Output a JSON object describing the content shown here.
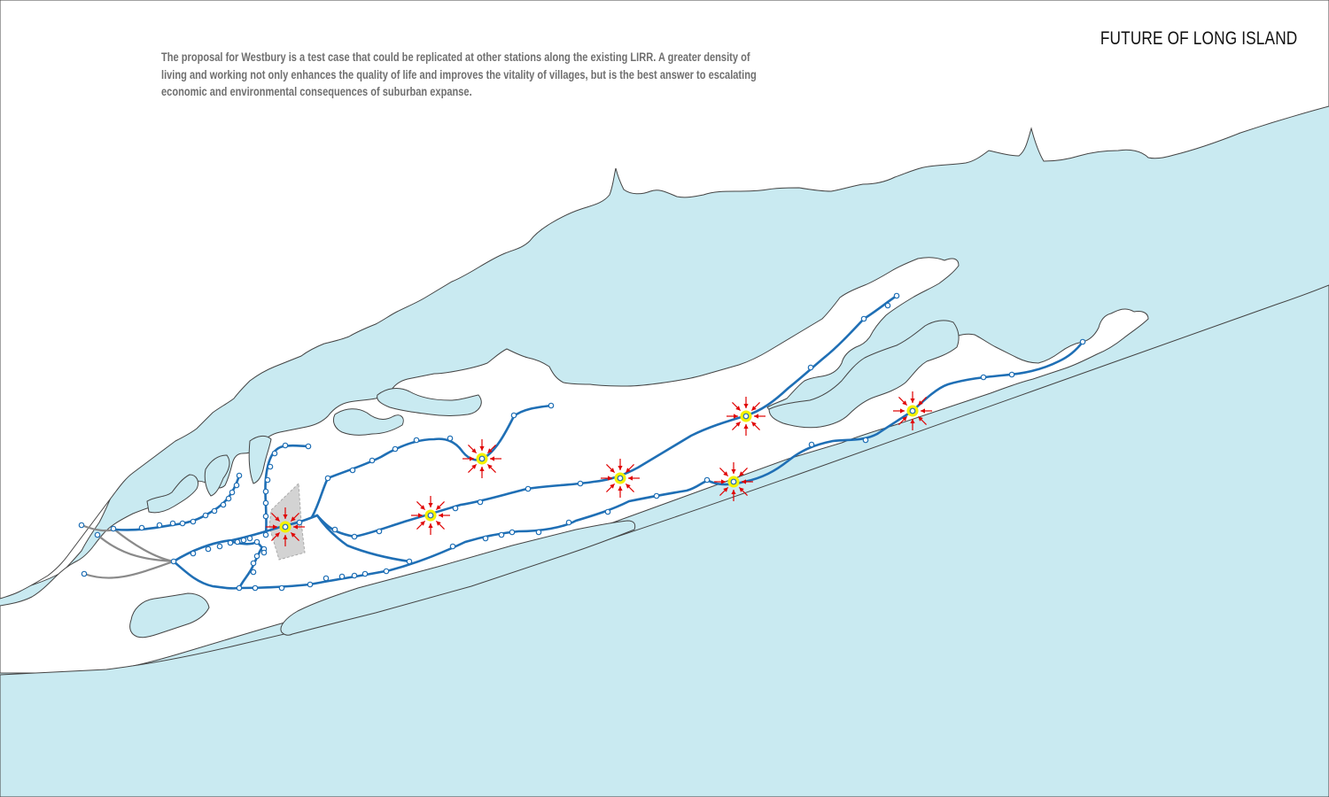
{
  "header": {
    "title": "FUTURE OF LONG ISLAND"
  },
  "description": {
    "lines": [
      "The proposal for Westbury is a test case that could be replicated at other stations along the existing LIRR.  A greater density of",
      "living and working not only enhances the quality of life and improves the vitality of villages, but is the best answer to escalating",
      "economic and environmental consequences of suburban expanse."
    ]
  },
  "colors": {
    "water": "#c9eaf1",
    "land": "#ffffff",
    "coastline": "#444444",
    "rail_line": "#1f6fb5",
    "nyc_connector": "#8a8a8a",
    "density_arrow": "#e00000",
    "highlight_station": "#f5f200",
    "westbury_site": "#d3d3d3"
  },
  "map": {
    "rail_lines": [
      {
        "id": "port-washington-branch"
      },
      {
        "id": "oyster-bay-branch"
      },
      {
        "id": "port-jefferson-branch"
      },
      {
        "id": "main-line-ronkonkoma"
      },
      {
        "id": "montauk-branch"
      },
      {
        "id": "babylon-branch"
      },
      {
        "id": "west-hempstead-branch"
      },
      {
        "id": "far-rockaway-branch"
      }
    ],
    "density_nodes": [
      {
        "id": "westbury"
      },
      {
        "id": "hicksville"
      },
      {
        "id": "huntington"
      },
      {
        "id": "deer-park"
      },
      {
        "id": "smithtown"
      },
      {
        "id": "patchogue"
      },
      {
        "id": "riverhead"
      }
    ],
    "icons": {
      "station": "station-circle-icon",
      "density_arrow": "inward-arrow-icon"
    }
  }
}
